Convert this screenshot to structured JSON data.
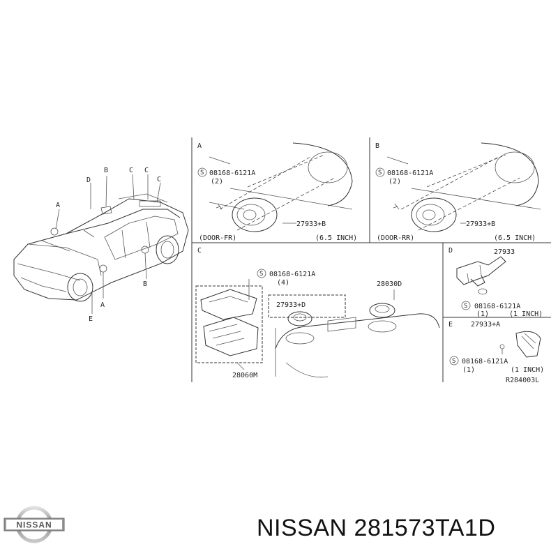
{
  "logo": {
    "text": "NISSAN"
  },
  "title": "NISSAN 281573TA1D",
  "overview": {
    "callouts": [
      "A",
      "B",
      "C",
      "C",
      "C",
      "D",
      "A",
      "B",
      "E"
    ]
  },
  "panels": {
    "A": {
      "letter": "A",
      "bolt_code": "08168-6121A",
      "bolt_qty": "(2)",
      "speaker_part": "27933+B",
      "location": "(DOOR-FR)",
      "size": "(6.5 INCH)"
    },
    "B": {
      "letter": "B",
      "bolt_code": "08168-6121A",
      "bolt_qty": "(2)",
      "speaker_part": "27933+B",
      "location": "(DOOR-RR)",
      "size": "(6.5 INCH)"
    },
    "C": {
      "letter": "C",
      "bolt_code": "08168-6121A",
      "bolt_qty": "(4)",
      "speaker_part_left": "27933+D",
      "speaker_part_right": "28030D",
      "amp_part": "28060M"
    },
    "D": {
      "letter": "D",
      "part": "27933",
      "bolt_code": "08168-6121A",
      "bolt_qty": "(1)",
      "size": "(1 INCH)"
    },
    "E": {
      "letter": "E",
      "part": "27933+A",
      "bolt_code": "08168-6121A",
      "bolt_qty": "(1)",
      "size": "(1 INCH)"
    }
  },
  "reference_code": "R284003L"
}
